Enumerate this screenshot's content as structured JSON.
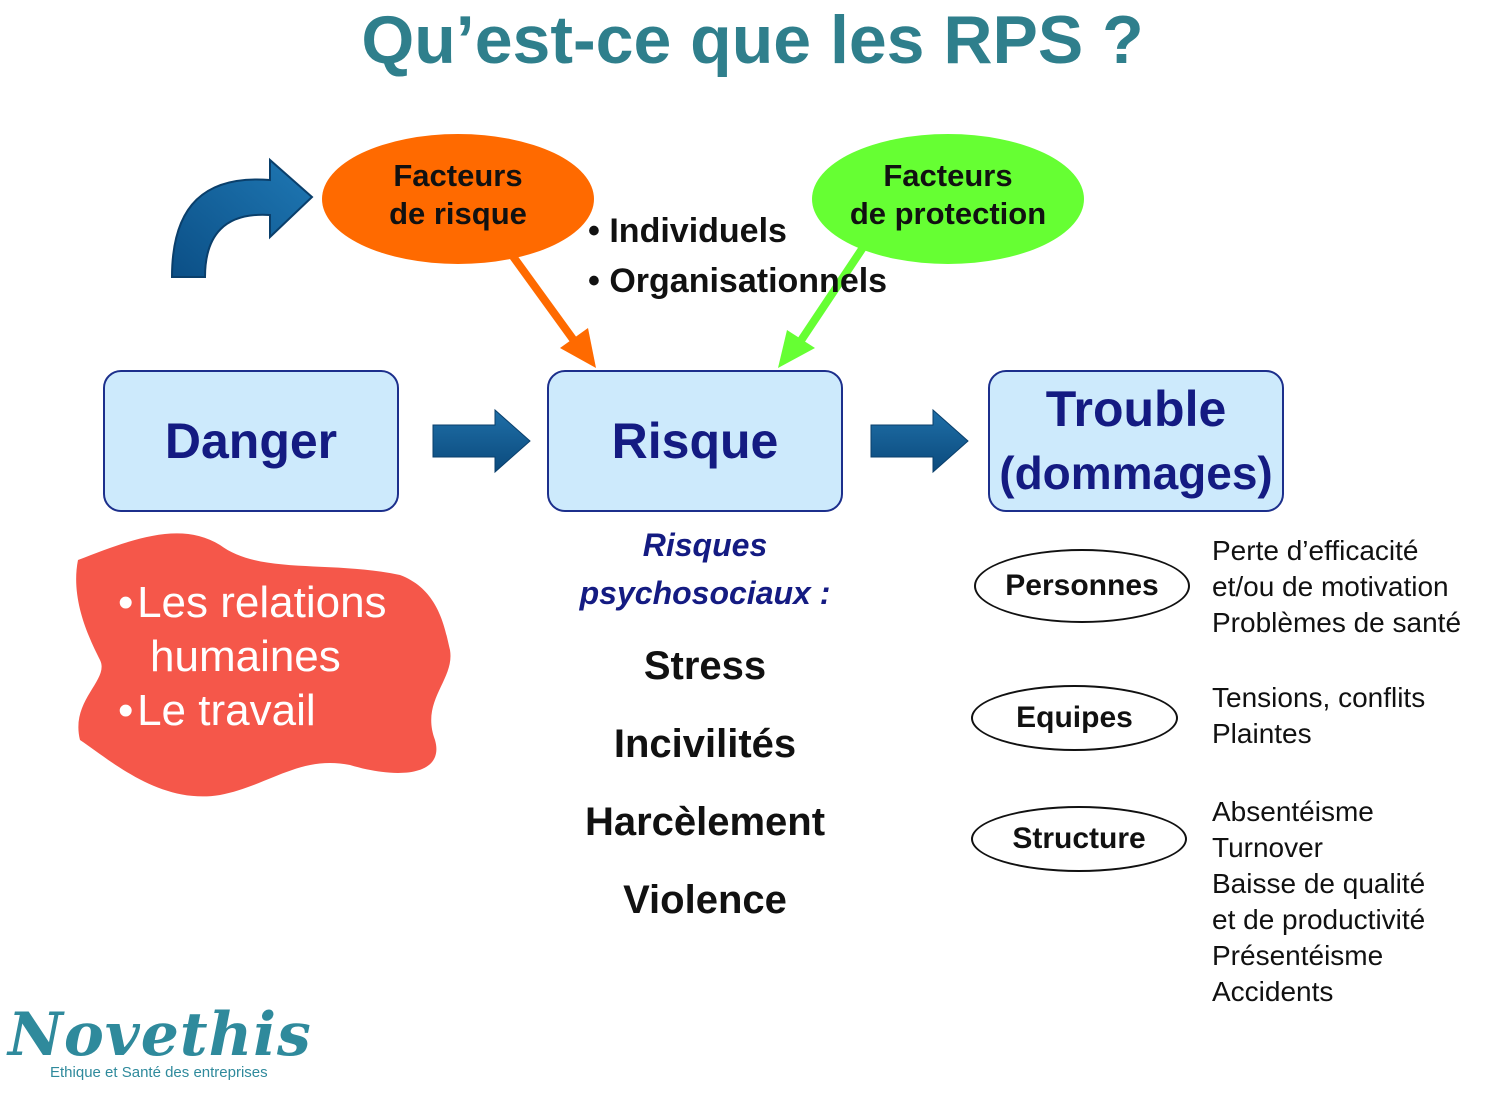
{
  "title": "Qu’est-ce que les RPS ?",
  "factors": {
    "risk_line1": "Facteurs",
    "risk_line2": "de risque",
    "protection_line1": "Facteurs",
    "protection_line2": "de protection",
    "types": [
      "Individuels",
      "Organisationnels"
    ]
  },
  "flow": {
    "danger": "Danger",
    "risque": "Risque",
    "trouble_line1": "Trouble",
    "trouble_line2": "(dommages)"
  },
  "danger_sources": [
    "Les relations",
    "humaines",
    "Le travail"
  ],
  "rps": {
    "title_line1": "Risques",
    "title_line2": "psychosociaux :",
    "items": [
      "Stress",
      "Incivilités",
      "Harcèlement",
      "Violence"
    ]
  },
  "impacts": [
    {
      "label": "Personnes",
      "effects": [
        "Perte d’efficacité",
        "et/ou de motivation",
        "Problèmes de santé"
      ]
    },
    {
      "label": "Equipes",
      "effects": [
        "Tensions, conflits",
        "Plaintes"
      ]
    },
    {
      "label": "Structure",
      "effects": [
        "Absentéisme",
        "Turnover",
        "Baisse de qualité",
        "et de productivité",
        "Présentéisme",
        "Accidents"
      ]
    }
  ],
  "logo": {
    "name": "Novethis",
    "tagline": "Ethique et Santé des entreprises"
  },
  "colors": {
    "title": "#2f7f8c",
    "risk_factor": "#ff6a00",
    "protection_factor": "#66ff33",
    "box_fill": "#cdeafc",
    "box_text": "#141b82",
    "blob": "#f5574a",
    "arrow": "#0d5a8c"
  }
}
